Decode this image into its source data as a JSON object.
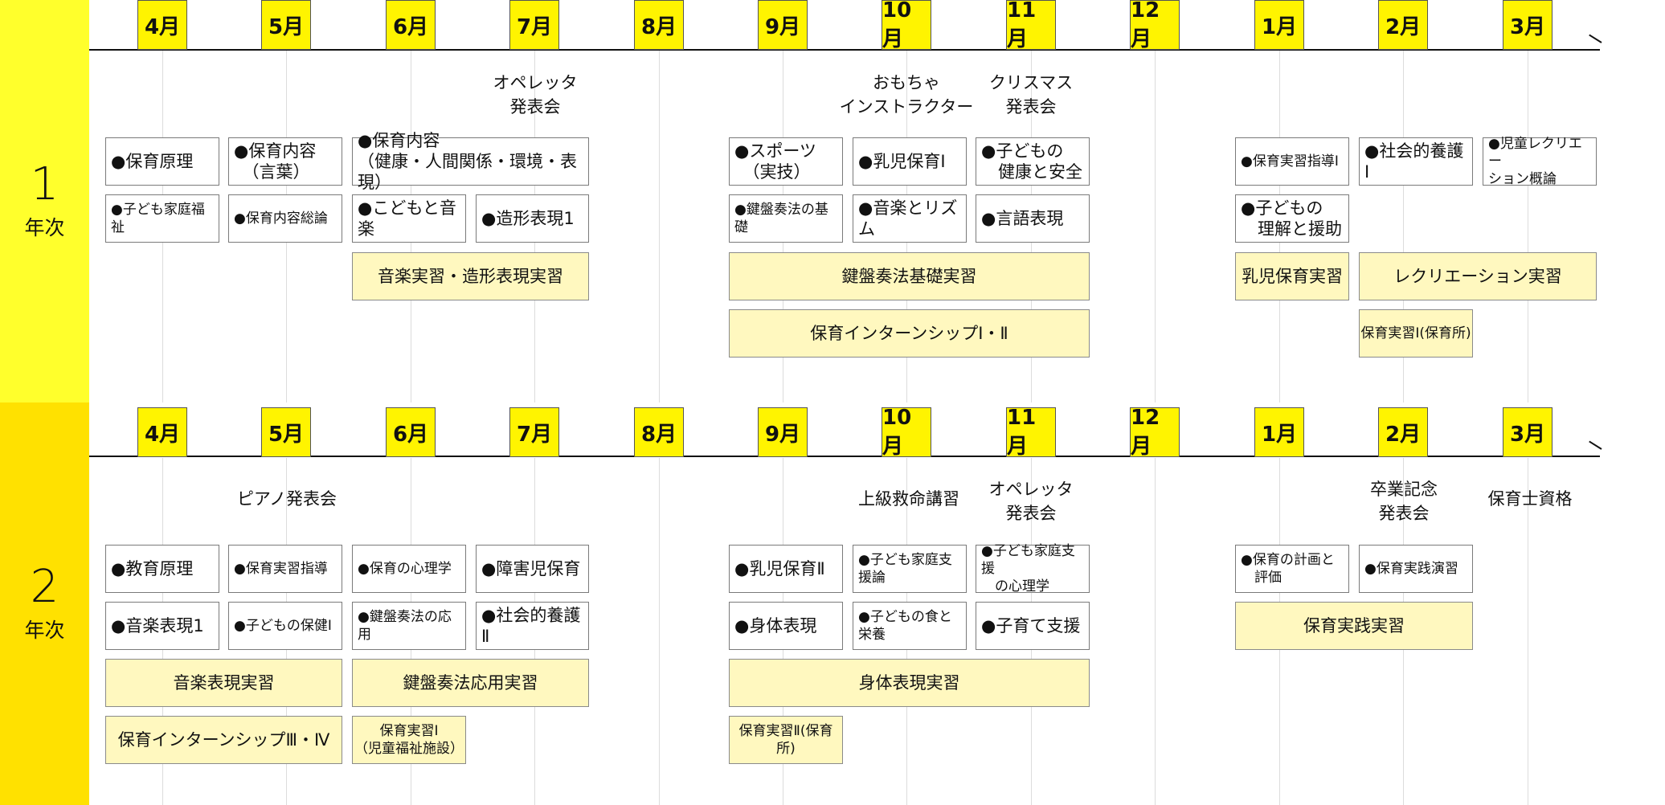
{
  "colors": {
    "year1_band": "#ffff2c",
    "year2_band": "#ffe100",
    "month_box": "#fff400",
    "practice_box": "#fff8bf"
  },
  "year1": {
    "number": "1",
    "label": "年次",
    "months": [
      "4月",
      "5月",
      "6月",
      "7月",
      "8月",
      "9月",
      "10月",
      "11月",
      "12月",
      "1月",
      "2月",
      "3月"
    ],
    "events": {
      "operetta": "オペレッタ\n発表会",
      "toy_instructor": "おもちゃ\nインストラクター",
      "christmas": "クリスマス\n発表会"
    },
    "courses": {
      "hoiku_genri": "●保育原理",
      "hoiku_naiyo_kotoba": "●保育内容\n　（言葉）",
      "hoiku_naiyo_5": "●保育内容\n（健康・人間関係・環境・表現）",
      "kodomo_katei_fukushi": "●子ども家庭福祉",
      "hoiku_naiyo_soron": "●保育内容総論",
      "kodomo_ongaku": "●こどもと音楽",
      "zokei_hyogen1": "●造形表現1",
      "sports": "●スポーツ\n　（実技）",
      "nyuji_hoiku1": "●乳児保育Ⅰ",
      "kodomo_kenko": "●子どもの\n　健康と安全",
      "kenban_kiso": "●鍵盤奏法の基礎",
      "ongaku_rhythm": "●音楽とリズム",
      "gengo_hyogen": "●言語表現",
      "hoiku_jisshu_shido1": "●保育実習指導Ⅰ",
      "shakaiteki_yogo1": "●社会的養護Ⅰ",
      "jido_recreation": "●児童レクリエー\nション概論",
      "kodomo_rikai": "●子どもの\n　理解と援助"
    },
    "practices": {
      "ongaku_zokei": "音楽実習・造形表現実習",
      "kenban_kiso_jisshu": "鍵盤奏法基礎実習",
      "internship12": "保育インターンシップⅠ・Ⅱ",
      "nyuji_jisshu": "乳児保育実習",
      "recreation_jisshu": "レクリエーション実習",
      "hoiku_jisshu1_hoikusho": "保育実習Ⅰ(保育所)"
    }
  },
  "year2": {
    "number": "2",
    "label": "年次",
    "months": [
      "4月",
      "5月",
      "6月",
      "7月",
      "8月",
      "9月",
      "10月",
      "11月",
      "12月",
      "1月",
      "2月",
      "3月"
    ],
    "events": {
      "piano": "ピアノ発表会",
      "first_aid": "上級救命講習",
      "operetta": "オペレッタ\n発表会",
      "graduation": "卒業記念\n発表会",
      "license": "保育士資格"
    },
    "courses": {
      "kyoiku_genri": "●教育原理",
      "hoiku_jisshu_shido": "●保育実習指導",
      "hoiku_shinri": "●保育の心理学",
      "shogaiji": "●障害児保育",
      "ongaku_hyogen1": "●音楽表現1",
      "kodomo_hoken1": "●子どもの保健Ⅰ",
      "kenban_oyo": "●鍵盤奏法の応用",
      "shakaiteki_yogo2": "●社会的養護Ⅱ",
      "nyuji_hoiku2": "●乳児保育Ⅱ",
      "kodomo_katei_shien": "●子ども家庭支援論",
      "kodomo_katei_shinri": "●子ども家庭支援\n　の心理学",
      "shintai_hyogen": "●身体表現",
      "kodomo_shoku": "●子どもの食と栄養",
      "kosodate_shien": "●子育て支援",
      "hoiku_keikaku": "●保育の計画と\n　評価",
      "hoiku_jissen_enshu": "●保育実践演習"
    },
    "practices": {
      "ongaku_hyogen_jisshu": "音楽表現実習",
      "kenban_oyo_jisshu": "鍵盤奏法応用実習",
      "internship34": "保育インターンシップⅢ・Ⅳ",
      "hoiku_jisshu1_jido": "保育実習Ⅰ\n（児童福祉施設）",
      "shintai_hyogen_jisshu": "身体表現実習",
      "hoiku_jisshu2_hoikusho": "保育実習Ⅱ(保育所)",
      "hoiku_jissen_jisshu": "保育実践実習"
    }
  }
}
